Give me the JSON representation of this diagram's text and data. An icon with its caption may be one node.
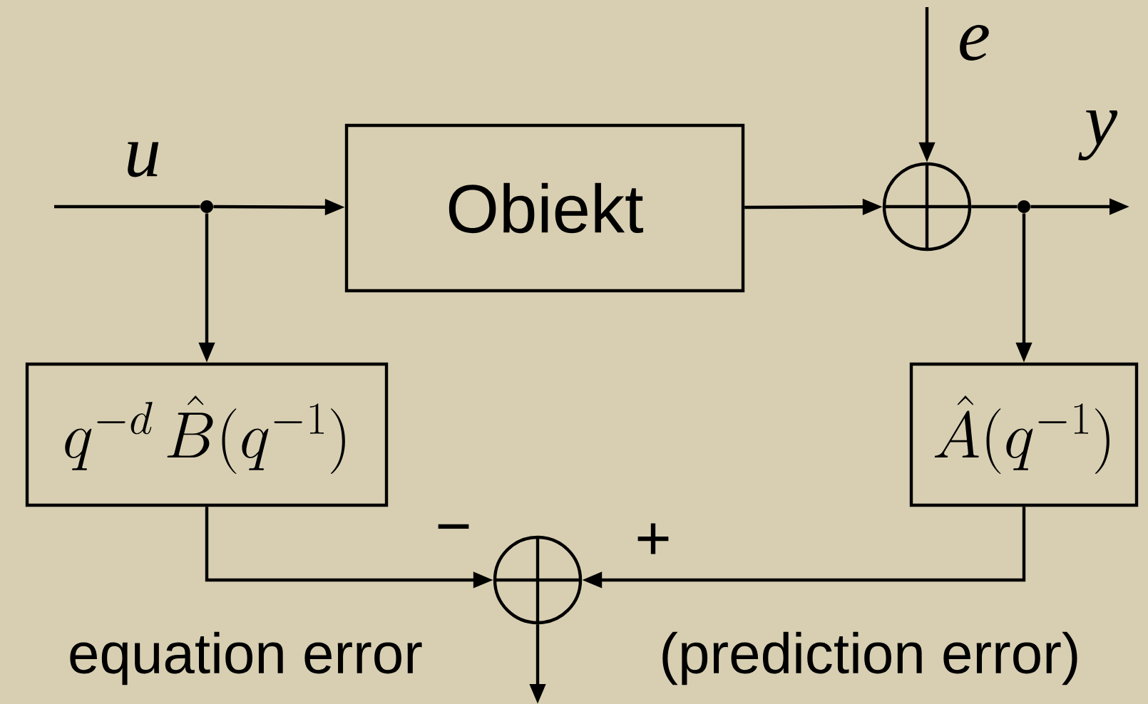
{
  "diagram": {
    "nodes": [
      {
        "text": [
          "Obiekt"
        ]
      },
      {
        "text": [],
        "shape": "circle"
      },
      {
        "text": [
          "q^{-d}\\,\\hat{B}(q^{-1})"
        ]
      },
      {
        "text": [
          "\\hat{A}(q^{-1})"
        ]
      },
      {
        "text": [],
        "shape": "circle"
      },
      {
        "text": [],
        "shape": "circle"
      },
      {
        "text": [],
        "shape": "circle"
      }
    ],
    "edges": [
      {
        "from": null,
        "to": 5,
        "arrow": "none",
        "label": "u"
      },
      {
        "from": 5,
        "to": 0,
        "arrow": "to"
      },
      {
        "from": 5,
        "to": 2,
        "arrow": "to"
      },
      {
        "from": 0,
        "to": 1,
        "arrow": "to"
      },
      {
        "from": null,
        "to": 1,
        "arrow": "to",
        "label": "e"
      },
      {
        "from": 1,
        "to": 6,
        "arrow": "none"
      },
      {
        "from": 6,
        "to": null,
        "arrow": "to",
        "label": "y"
      },
      {
        "from": 6,
        "to": 3,
        "arrow": "to"
      },
      {
        "from": 2,
        "to": 4,
        "arrow": "to",
        "label": "−"
      },
      {
        "from": 3,
        "to": 4,
        "arrow": "to",
        "label": "+"
      },
      {
        "from": 4,
        "to": null,
        "arrow": "to"
      }
    ],
    "labels": [
      "equation error",
      "(prediction error)"
    ]
  }
}
